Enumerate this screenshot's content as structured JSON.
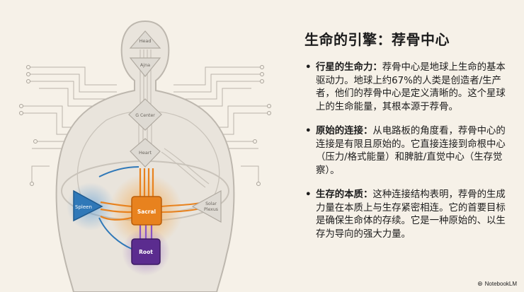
{
  "slide": {
    "title": "生命的引擎：荐骨中心",
    "bullets": [
      {
        "heading": "行星的生命力：",
        "body": "荐骨中心是地球上生命的基本驱动力。地球上约67%的人类是创造者/生产者，他们的荐骨中心是定义清晰的。这个星球上的生命能量，其根本源于荐骨。"
      },
      {
        "heading": "原始的连接：",
        "body": "从电路板的角度看，荐骨中心的连接是有限且原始的。它直接连接到命根中心（压力/格式能量）和脾脏/直觉中心（生存觉察）。"
      },
      {
        "heading": "生存的本质：",
        "body": "这种连接结构表明，荐骨的生成力量在本质上与生存紧密相连。它的首要目标是确保生命体的存续。它是一种原始的、以生存为导向的强大力量。"
      }
    ]
  },
  "diagram": {
    "centers": {
      "head": "Head",
      "ajna": "Ajna",
      "g_center": "G Center",
      "heart": "Heart",
      "spleen": "Spleen",
      "sacral": "Sacral",
      "solar_plexus_line1": "Solar",
      "solar_plexus_line2": "Plexus",
      "root": "Root"
    },
    "colors": {
      "sacral": "#e8821e",
      "spleen": "#2f78b8",
      "root": "#5b2c8f",
      "neutral": "#cfcac3"
    }
  },
  "brand": {
    "icon": "notebooklm-logo-icon",
    "name": "NotebookLM"
  }
}
